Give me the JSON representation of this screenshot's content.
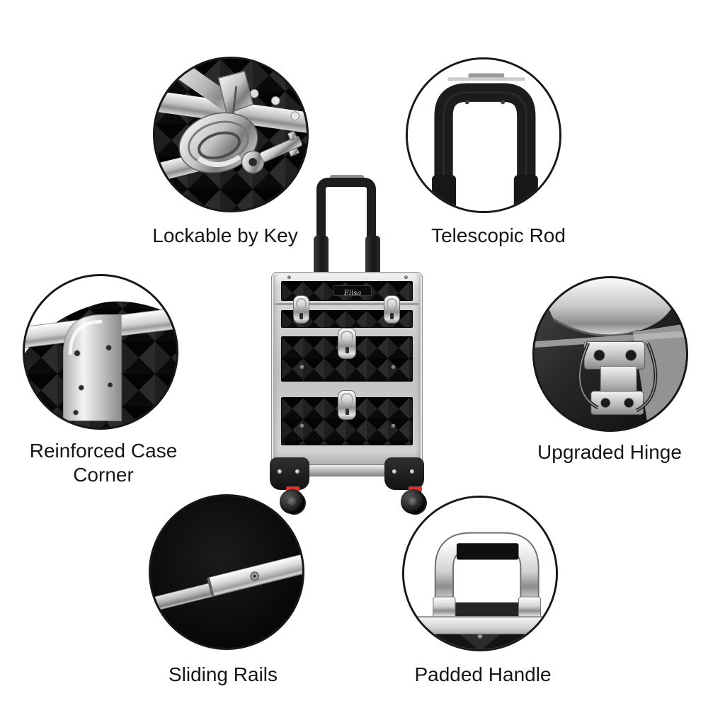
{
  "page": {
    "background_color": "#ffffff",
    "text_color": "#161616"
  },
  "features": [
    {
      "label": "Lockable by Key",
      "icon": "key-lock-latch-photo"
    },
    {
      "label": "Telescopic Rod",
      "icon": "telescopic-rod-photo"
    },
    {
      "label": "Reinforced Case Corner",
      "icon": "reinforced-corner-photo"
    },
    {
      "label": "Upgraded Hinge",
      "icon": "hinge-photo"
    },
    {
      "label": "Sliding Rails",
      "icon": "sliding-rail-photo"
    },
    {
      "label": "Padded Handle",
      "icon": "padded-handle-photo"
    }
  ],
  "product": {
    "name": "rolling-makeup-trolley-case",
    "brand_logo": "Eilsa",
    "wheel_accent_color": "#d5332c",
    "case_pattern": "black-diamond",
    "frame_color": "#c9c9c9"
  }
}
